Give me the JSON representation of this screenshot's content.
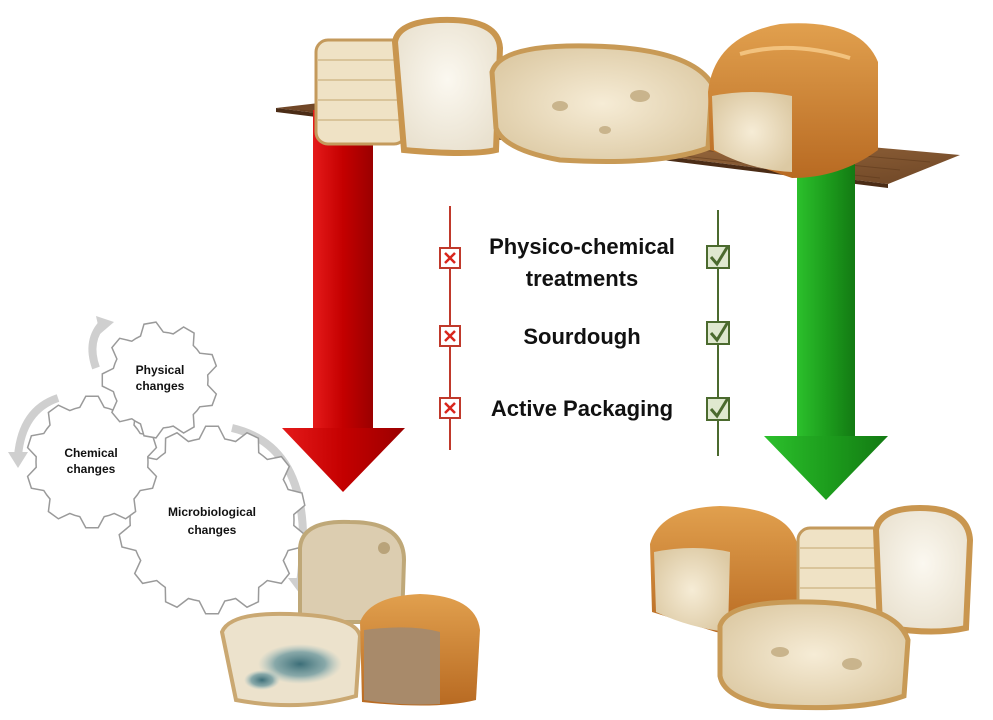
{
  "treatments": [
    {
      "lines": [
        "Physico-chemical",
        "treatments"
      ]
    },
    {
      "lines": [
        "Sourdough"
      ]
    },
    {
      "lines": [
        "Active Packaging"
      ]
    }
  ],
  "gears": {
    "physical": [
      "Physical",
      "changes"
    ],
    "chemical": [
      "Chemical",
      "changes"
    ],
    "microbiological": [
      "Microbiological",
      "changes"
    ]
  },
  "colors": {
    "spoil_arrow": "#d40000",
    "preserve_arrow": "#1ea51e",
    "cross_mark": "#c0392b",
    "check_mark": "#4b6a2e",
    "shelf_wood": "#8a5a32"
  },
  "icons": {
    "cross": "cross-box-icon",
    "check": "check-box-icon",
    "arrow_down_red": "arrow-down-icon",
    "arrow_down_green": "arrow-down-icon",
    "gear": "gear-icon",
    "cycle_arrow": "curved-arrow-icon"
  }
}
